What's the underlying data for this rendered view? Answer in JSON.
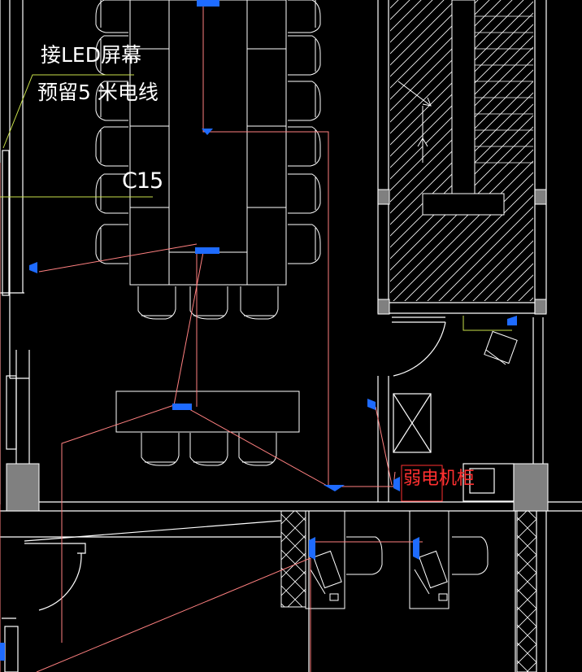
{
  "drawing": {
    "background": "#000000",
    "colors": {
      "wall": "#ffffff",
      "cable": "#ff8080",
      "device": "#1e6bff",
      "leader": "#c8e04a",
      "column_fill": "#808080",
      "cabinet_label": "#ff3030",
      "note_text": "#ffffff"
    },
    "annotations": {
      "led_note": "接LED屏幕",
      "cable_note": "预留5 米电线",
      "circuit_label": "C15",
      "cabinet_label": "弱电机柜"
    },
    "devices": [
      {
        "name": "floor-outlet-top",
        "icon": "floor-outlet-icon"
      },
      {
        "name": "ceiling-socket-center",
        "icon": "ceiling-socket-icon"
      },
      {
        "name": "table-outlet-pair",
        "icon": "floor-outlet-icon"
      },
      {
        "name": "wall-socket-left",
        "icon": "wall-socket-icon"
      },
      {
        "name": "table-outlet-lower",
        "icon": "floor-outlet-icon"
      },
      {
        "name": "wall-socket-cabinet",
        "icon": "wall-socket-icon"
      },
      {
        "name": "junction-box-corridor",
        "icon": "ceiling-socket-icon"
      },
      {
        "name": "cabinet-feed",
        "icon": "wall-socket-icon"
      },
      {
        "name": "desk-socket-left",
        "icon": "wall-socket-icon"
      },
      {
        "name": "desk-socket-right",
        "icon": "wall-socket-icon"
      },
      {
        "name": "office-socket",
        "icon": "wall-socket-icon"
      },
      {
        "name": "door-socket-bottom",
        "icon": "wall-socket-icon"
      }
    ]
  }
}
